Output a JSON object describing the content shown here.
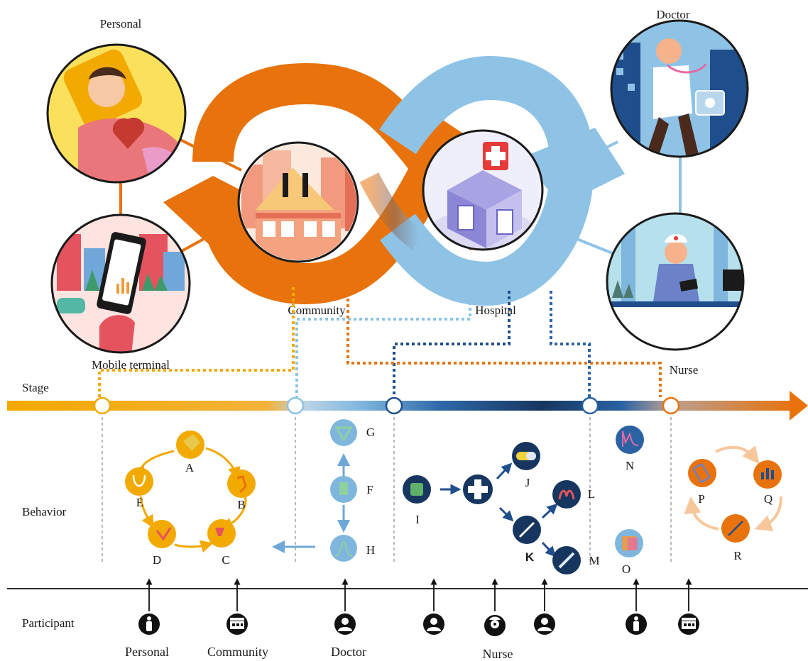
{
  "top_labels": {
    "personal": "Personal",
    "doctor": "Doctor",
    "community": "Community",
    "hospital": "Hospital",
    "mobile_terminal": "Mobile terminal",
    "nurse": "Nurse"
  },
  "row_labels": {
    "stage": "Stage",
    "behavior": "Behavior",
    "participant": "Participant"
  },
  "behavior_nodes": {
    "A": "A",
    "B": "B",
    "C": "C",
    "D": "D",
    "E": "E",
    "F": "F",
    "G": "G",
    "H": "H",
    "I": "I",
    "J": "J",
    "K": "K",
    "L": "L",
    "M": "M",
    "N": "N",
    "O": "O",
    "P": "P",
    "Q": "Q",
    "R": "R"
  },
  "participants": {
    "personal": "Personal",
    "community": "Community",
    "doctor": "Doctor",
    "nurse": "Nurse"
  },
  "colors": {
    "orange": "#e8720c",
    "yellow": "#f2a900",
    "light_blue": "#8ec3e6",
    "dark_blue": "#1f4e8c",
    "navy": "#16365f",
    "peach": "#f6c79b"
  }
}
